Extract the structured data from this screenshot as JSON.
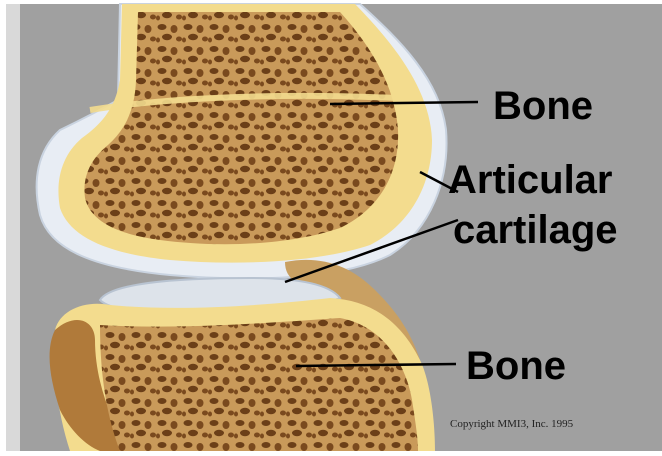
{
  "labels": {
    "bone_top": "Bone",
    "articular_line1": "Articular",
    "articular_line2": "cartilage",
    "bone_bottom": "Bone"
  },
  "copyright": "Copyright MMI3, Inc. 1995",
  "colors": {
    "background": "#a0a0a0",
    "bone_outer": "#f3dc8e",
    "spongy_bone": "#c09050",
    "cartilage": "#e7ecf2",
    "ligament": "#c9a062"
  }
}
